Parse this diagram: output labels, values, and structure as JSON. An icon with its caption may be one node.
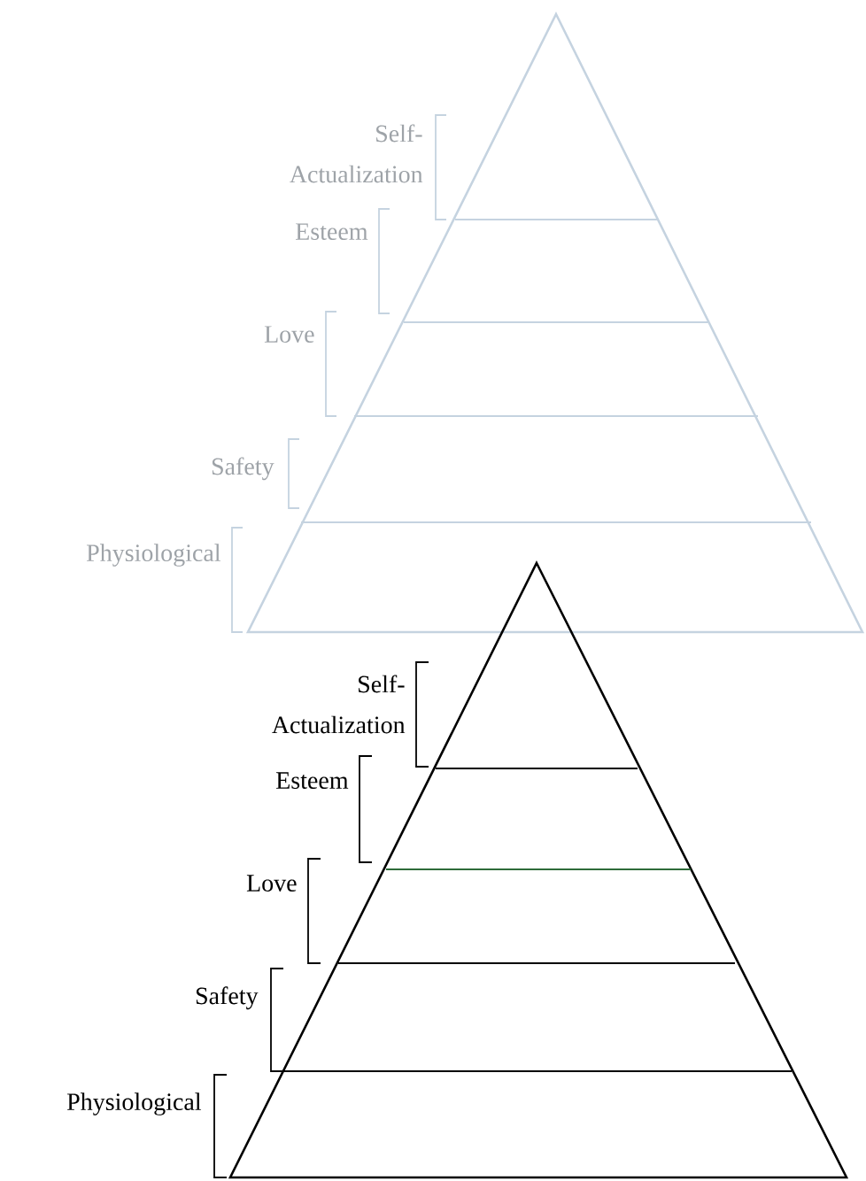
{
  "diagram": {
    "labels": [
      "Self-Actualization",
      "Esteem",
      "Love",
      "Safety",
      "Physiological",
      "Self-Actualization",
      "Esteem",
      "Love",
      "Safety",
      "Physiological"
    ]
  }
}
